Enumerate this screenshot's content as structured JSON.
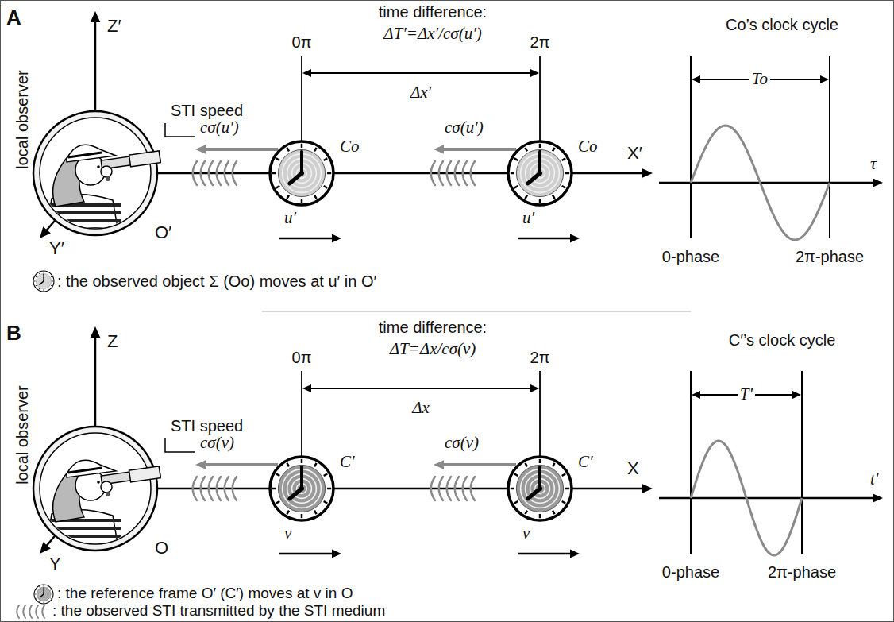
{
  "diagram": {
    "labels": [
      "A",
      "time difference:",
      "ΔT′=Δx′/cσ(u′)",
      "Z′",
      "local observer",
      "0π",
      "2π",
      "Δx′",
      "Co’s clock cycle",
      "STI speed",
      "cσ(u′)",
      "cσ(u′)",
      "To",
      "Co",
      "Co",
      "X′",
      "τ",
      "u′",
      "u′",
      "O′",
      "Y′",
      "0-phase",
      "2π-phase",
      "B",
      "time difference:",
      "ΔT=Δx/cσ(v)",
      "Z",
      "local observer",
      "0π",
      "2π",
      "Δx",
      "C′’s clock cycle",
      "STI speed",
      "cσ(v)",
      "cσ(v)",
      "T′",
      "C′",
      "C′",
      "X",
      "t′",
      "v",
      "v",
      "O",
      "Y",
      "0-phase",
      "2π-phase"
    ],
    "legend": [
      {
        "text": ": the observed object Σ (Oo) moves at u′ in O′"
      },
      {
        "text": ": the reference frame O′ (C′) moves at v in O"
      },
      {
        "text": ": the observed STI transmitted by the STI medium"
      }
    ]
  }
}
